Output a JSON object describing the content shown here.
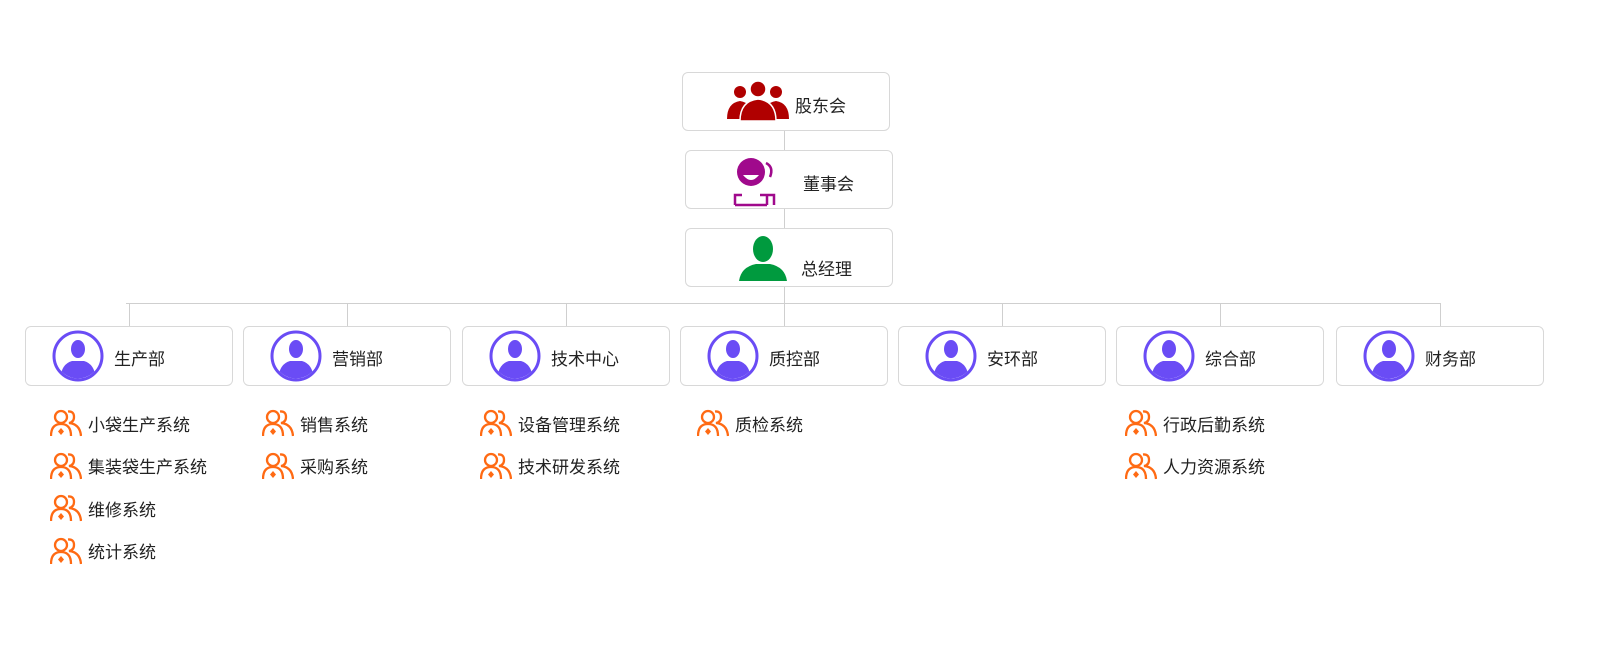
{
  "colors": {
    "shareholders": "#b00000",
    "board": "#a0098c",
    "gm": "#009a3e",
    "dept": "#6a4cf5",
    "system": "#ff6a13"
  },
  "top": {
    "shareholders": {
      "label": "股东会",
      "icon": "shareholders-group-icon"
    },
    "board": {
      "label": "董事会",
      "icon": "board-meeting-icon"
    },
    "gm": {
      "label": "总经理",
      "icon": "person-icon"
    }
  },
  "departments": [
    {
      "label": "生产部",
      "systems": [
        "小袋生产系统",
        "集装袋生产系统",
        "维修系统",
        "统计系统"
      ]
    },
    {
      "label": "营销部",
      "systems": [
        "销售系统",
        "采购系统"
      ]
    },
    {
      "label": "技术中心",
      "systems": [
        "设备管理系统",
        "技术研发系统"
      ]
    },
    {
      "label": "质控部",
      "systems": [
        "质检系统"
      ]
    },
    {
      "label": "安环部",
      "systems": []
    },
    {
      "label": "综合部",
      "systems": [
        "行政后勤系统",
        "人力资源系统"
      ]
    },
    {
      "label": "财务部",
      "systems": []
    }
  ]
}
